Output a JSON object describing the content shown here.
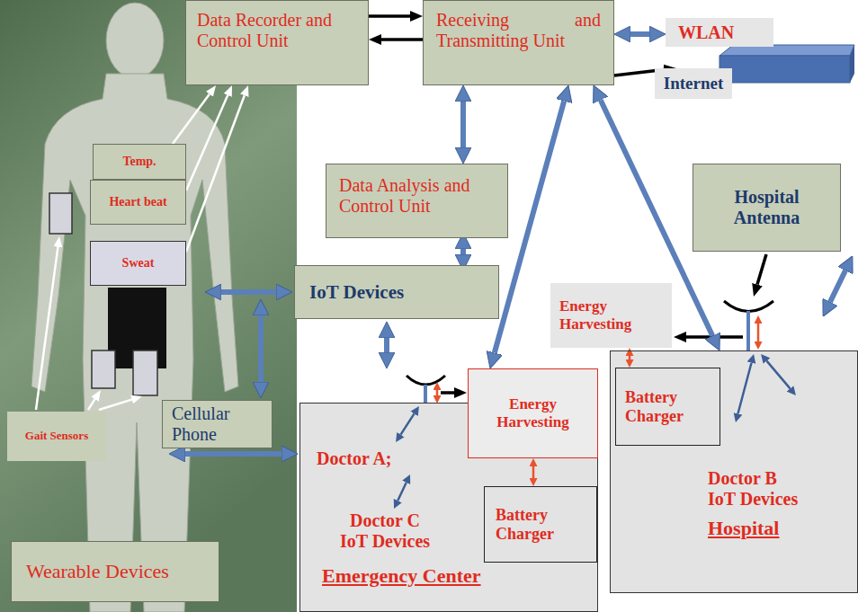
{
  "diagram": {
    "nodes": [
      {
        "text": [
          "Data Recorder and Control Unit"
        ]
      },
      {
        "text": [
          "Receiving and Transmitting Unit"
        ]
      },
      {
        "text": [
          "WLAN"
        ]
      },
      {
        "text": [
          "Internet"
        ]
      },
      {
        "text": [
          "Temp."
        ]
      },
      {
        "text": [
          "Heart beat"
        ]
      },
      {
        "text": [
          "Data Analysis and Control Unit"
        ]
      },
      {
        "text": [
          "Hospital Antenna"
        ]
      },
      {
        "text": [
          "Sweat"
        ]
      },
      {
        "text": [
          "IoT Devices"
        ]
      },
      {
        "text": [
          "Energy Harvesting"
        ]
      },
      {
        "text": [
          "Doctor B IoT Devices",
          "Hospital"
        ]
      },
      {
        "text": [
          "Battery Charger"
        ],
        "in": 11
      },
      {
        "text": [
          "Energy Harvesting"
        ]
      },
      {
        "text": [
          "Doctor A;",
          "Doctor C IoT Devices",
          "Emergency Center"
        ]
      },
      {
        "text": [
          "Battery Charger"
        ],
        "in": 14
      },
      {
        "text": [
          "Cellular Phone"
        ]
      },
      {
        "text": [
          "Gait Sensors"
        ]
      },
      {
        "text": [
          "Wearable Devices"
        ]
      }
    ],
    "edges": [
      {
        "from": 0,
        "to": 1,
        "arrow": "to"
      },
      {
        "from": 1,
        "to": 0,
        "arrow": "to"
      },
      {
        "from": 1,
        "to": 2,
        "arrow": "both"
      },
      {
        "from": 1,
        "to": 3,
        "arrow": "to"
      },
      {
        "from": 1,
        "to": 6,
        "arrow": "both"
      },
      {
        "from": 6,
        "to": 9,
        "arrow": "both"
      },
      {
        "from": 1,
        "to": 13,
        "arrow": "both"
      },
      {
        "from": 1,
        "to": 11,
        "arrow": "both"
      },
      {
        "from": 4,
        "to": 0,
        "arrow": "to"
      },
      {
        "from": 5,
        "to": 0,
        "arrow": "to"
      },
      {
        "from": 8,
        "to": 0,
        "arrow": "to"
      },
      {
        "from": 10,
        "to": 12,
        "arrow": "both"
      },
      {
        "from": 13,
        "to": 15,
        "arrow": "both"
      }
    ]
  }
}
